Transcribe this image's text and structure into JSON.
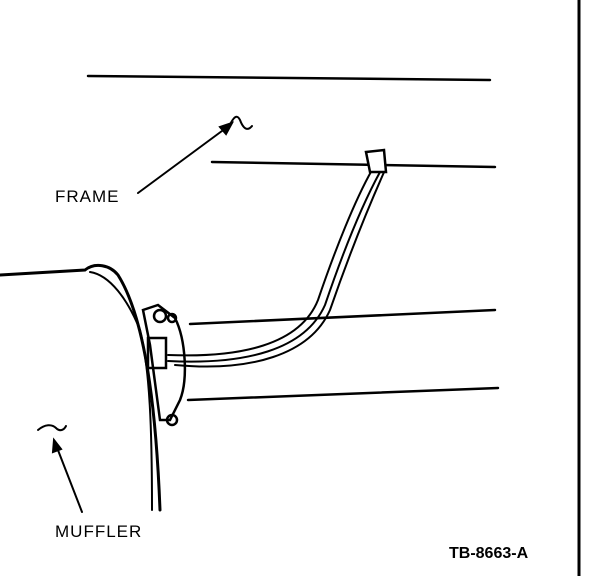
{
  "labels": {
    "frame": "FRAME",
    "muffler": "MUFFLER",
    "figure_id": "TB-8663-A"
  }
}
